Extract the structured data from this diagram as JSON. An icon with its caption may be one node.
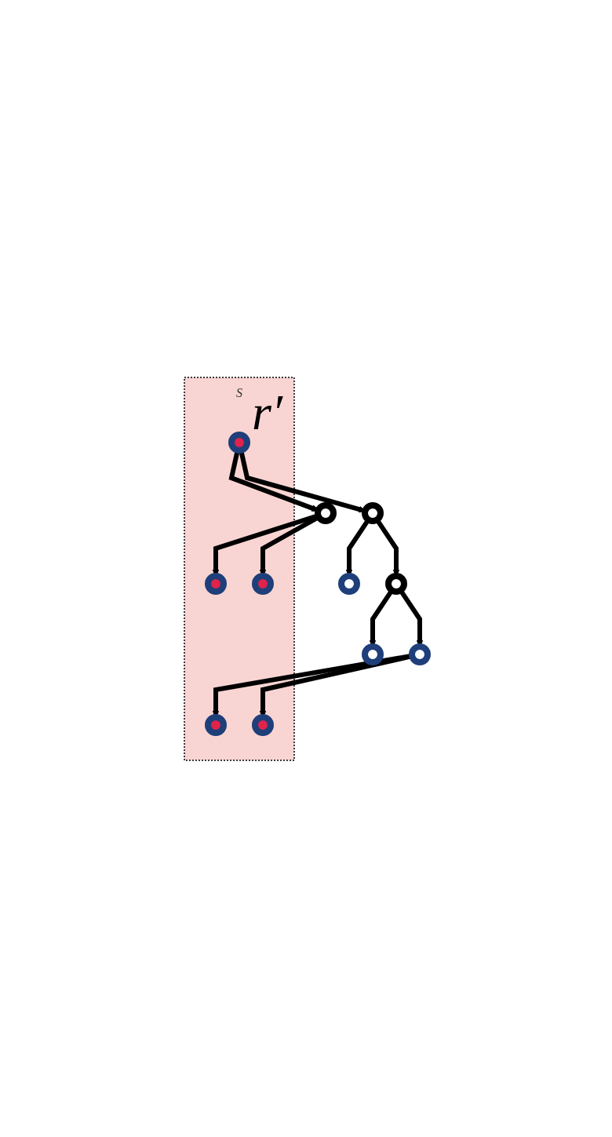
{
  "diagram": {
    "nodes": [
      {
        "text": [
          "S"
        ]
      },
      {
        "text": [],
        "shape": "circle",
        "beside": [
          "r′"
        ],
        "in": 0
      },
      {
        "text": [],
        "shape": "circle"
      },
      {
        "text": [],
        "shape": "circle"
      },
      {
        "text": [],
        "shape": "circle",
        "in": 0
      },
      {
        "text": [],
        "shape": "circle",
        "in": 0
      },
      {
        "text": [],
        "shape": "circle"
      },
      {
        "text": [],
        "shape": "circle"
      },
      {
        "text": [],
        "shape": "circle"
      },
      {
        "text": [],
        "shape": "circle"
      },
      {
        "text": [],
        "shape": "circle",
        "in": 0
      },
      {
        "text": [],
        "shape": "circle",
        "in": 0
      }
    ],
    "edges": [
      {
        "from": 1,
        "to": 2,
        "arrow": "to"
      },
      {
        "from": 1,
        "to": 3,
        "arrow": "to"
      },
      {
        "from": 2,
        "to": 4,
        "arrow": "to"
      },
      {
        "from": 2,
        "to": 5,
        "arrow": "to"
      },
      {
        "from": 3,
        "to": 6,
        "arrow": "to"
      },
      {
        "from": 3,
        "to": 7,
        "arrow": "to"
      },
      {
        "from": 6,
        "to": 8,
        "arrow": "to"
      },
      {
        "from": 6,
        "to": 9,
        "arrow": "to"
      },
      {
        "from": 8,
        "to": 10,
        "arrow": "to"
      },
      {
        "from": 8,
        "to": 11,
        "arrow": "to"
      }
    ]
  }
}
